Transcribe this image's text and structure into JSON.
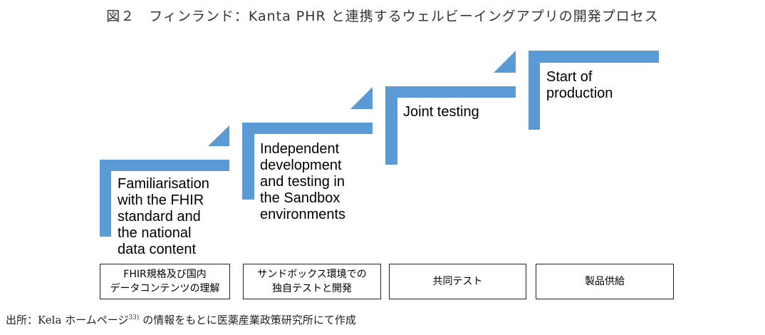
{
  "title": "図２　フィンランド：Kanta PHR と連携するウェルビーイングアプリの開発プロセス",
  "accent_color": "#5B9BD5",
  "steps": [
    {
      "text": "Familiarisation\nwith the FHIR\nstandard and\nthe national\ndata content",
      "jp": "FHIR規格及び国内\nデータコンテンツの理解"
    },
    {
      "text": "Independent\ndevelopment\nand testing in\nthe Sandbox\nenvironments",
      "jp": "サンドボックス環境での\n独自テストと開発"
    },
    {
      "text": "Joint testing",
      "jp": "共同テスト"
    },
    {
      "text": "Start of\nproduction",
      "jp": "製品供給"
    }
  ],
  "source": {
    "before": "出所：Kela ホームページ",
    "ref": "33)",
    "after": " の情報をもとに医薬産業政策研究所にて作成"
  }
}
